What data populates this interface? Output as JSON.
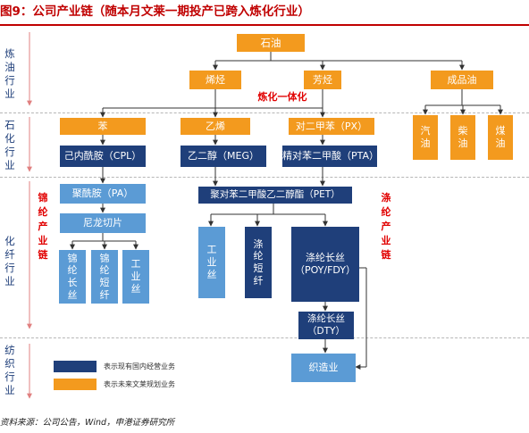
{
  "title": "图9：公司产业链（随本月文莱一期投产已跨入炼化行业）",
  "stages": {
    "refining": [
      "炼",
      "油",
      "行",
      "业"
    ],
    "petrochem": [
      "石",
      "化",
      "行",
      "业"
    ],
    "fiber": [
      "化",
      "纤",
      "行",
      "业"
    ],
    "textile": [
      "纺",
      "织",
      "行",
      "业"
    ]
  },
  "nodes": {
    "crude_oil": "石油",
    "olefins": "烯烃",
    "aromatics": "芳烃",
    "refined_oil": "成品油",
    "refining_integration": "炼化一体化",
    "benzene": "苯",
    "ethylene": "乙烯",
    "px": "对二甲苯（PX）",
    "gasoline": [
      "汽",
      "油"
    ],
    "diesel": [
      "柴",
      "油"
    ],
    "kerosene": [
      "煤",
      "油"
    ],
    "cpl": "己内酰胺（CPL）",
    "meg": "乙二醇（MEG）",
    "pta": "精对苯二甲酸（PTA）",
    "pa": "聚酰胺（PA）",
    "pet": "聚对苯二甲酸乙二醇酯（PET）",
    "nylon_chips": "尼龙切片",
    "nylon_filament": [
      "锦",
      "纶",
      "长",
      "丝"
    ],
    "nylon_staple": [
      "锦",
      "纶",
      "短",
      "纤"
    ],
    "industrial_yarn_nylon": [
      "工",
      "业",
      "丝"
    ],
    "industrial_yarn_pet": [
      "工",
      "业",
      "丝"
    ],
    "polyester_staple": [
      "涤",
      "纶",
      "短",
      "纤"
    ],
    "poy_fdy": [
      "涤纶长丝",
      "（POY/FDY）"
    ],
    "dty": [
      "涤纶长丝",
      "（DTY）"
    ],
    "weaving": "织造业"
  },
  "chain_labels": {
    "nylon_chain": [
      "锦",
      "纶",
      "产",
      "业",
      "链"
    ],
    "polyester_chain": [
      "涤",
      "纶",
      "产",
      "业",
      "链"
    ]
  },
  "legend": {
    "existing": "表示现有国内经营业务",
    "future": "表示未来文莱规划业务"
  },
  "colors": {
    "future_business": "#f39a1e",
    "existing_business": "#1f3f7a",
    "intermediate": "#5b9bd5",
    "highlight": "#e10000"
  },
  "source": "资料来源：公司公告，Wind，申港证券研究所"
}
